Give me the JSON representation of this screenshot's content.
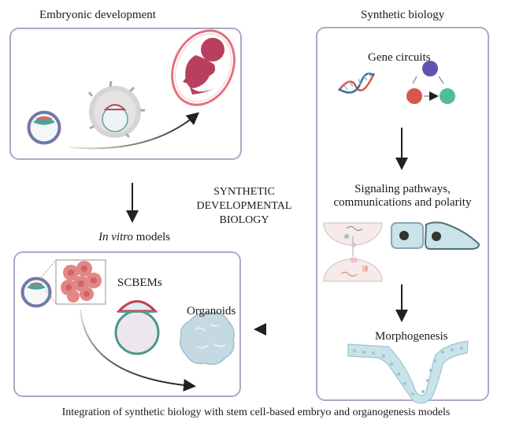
{
  "panels": {
    "embryonic": {
      "title": "Embryonic development"
    },
    "synthetic": {
      "title": "Synthetic biology",
      "steps": [
        {
          "label": "Gene circuits"
        },
        {
          "label_line1": "Signaling pathways,",
          "label_line2": "communications and polarity"
        },
        {
          "label": "Morphogenesis"
        }
      ]
    },
    "in_vitro": {
      "title_italic": "In vitro",
      "title_rest": " models",
      "items": [
        {
          "label": "SCBEMs"
        },
        {
          "label": "Organoids"
        }
      ]
    }
  },
  "center_label": {
    "line1": "SYNTHETIC",
    "line2": "DEVELOPMENTAL",
    "line3": "BIOLOGY"
  },
  "caption": "Integration of synthetic biology with stem cell-based embryo and organogenesis models",
  "colors": {
    "box_border": "#a9abc4",
    "fetus": "#b8405e",
    "gene_node_top": "#6650b0",
    "gene_node_left": "#d9564e",
    "gene_node_right": "#4fbf93",
    "cell_fill": "#c9e3ea",
    "organoid": "#c5d9e2"
  }
}
